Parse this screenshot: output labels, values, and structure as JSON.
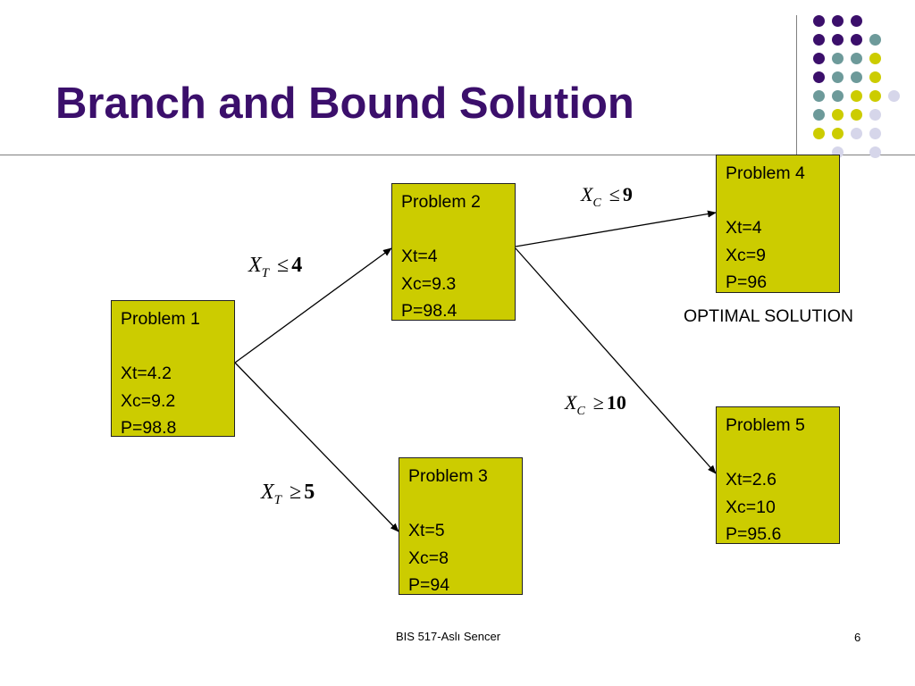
{
  "slide": {
    "title": "Branch and Bound Solution",
    "footer": "BIS 517-Aslı Sencer",
    "page_number": "6"
  },
  "colors": {
    "title": "#3b0f6b",
    "box_fill": "#cccc00",
    "dot_purple": "#3b0f6b",
    "dot_teal": "#6d9a9a",
    "dot_yellow": "#cccc00",
    "dot_lavender": "#d6d6ea",
    "rule": "#808080"
  },
  "nodes": [
    {
      "id": "problem1",
      "title": "Problem 1",
      "xt": "Xt=4.2",
      "xc": "Xc=9.2",
      "p": "P=98.8"
    },
    {
      "id": "problem2",
      "title": "Problem 2",
      "xt": "Xt=4",
      "xc": "Xc=9.3",
      "p": "P=98.4"
    },
    {
      "id": "problem3",
      "title": "Problem 3",
      "xt": "Xt=5",
      "xc": "Xc=8",
      "p": "P=94"
    },
    {
      "id": "problem4",
      "title": "Problem 4",
      "xt": "Xt=4",
      "xc": "Xc=9",
      "p": "P=96"
    },
    {
      "id": "problem5",
      "title": "Problem 5",
      "xt": "Xt=2.6",
      "xc": "Xc=10",
      "p": "P=95.6"
    }
  ],
  "edges": [
    {
      "from": "problem1",
      "to": "problem2",
      "var": "X",
      "sub": "T",
      "op": "≤",
      "value": "4"
    },
    {
      "from": "problem1",
      "to": "problem3",
      "var": "X",
      "sub": "T",
      "op": "≥",
      "value": "5"
    },
    {
      "from": "problem2",
      "to": "problem4",
      "var": "X",
      "sub": "C",
      "op": "≤",
      "value": "9"
    },
    {
      "from": "problem2",
      "to": "problem5",
      "var": "X",
      "sub": "C",
      "op": "≥",
      "value": "10"
    }
  ],
  "optimal_label": "OPTIMAL SOLUTION",
  "decoration": {
    "dot_grid": [
      [
        "purple",
        "purple",
        "purple",
        null,
        null
      ],
      [
        "purple",
        "purple",
        "purple",
        "teal",
        null
      ],
      [
        "purple",
        "teal",
        "teal",
        "yellow",
        null
      ],
      [
        "purple",
        "teal",
        "teal",
        "yellow",
        null
      ],
      [
        "teal",
        "teal",
        "yellow",
        "yellow",
        "lavender"
      ],
      [
        "teal",
        "yellow",
        "yellow",
        "lavender",
        null
      ],
      [
        "yellow",
        "yellow",
        "lavender",
        "lavender",
        null
      ],
      [
        null,
        "lavender",
        null,
        "lavender",
        null
      ]
    ]
  }
}
